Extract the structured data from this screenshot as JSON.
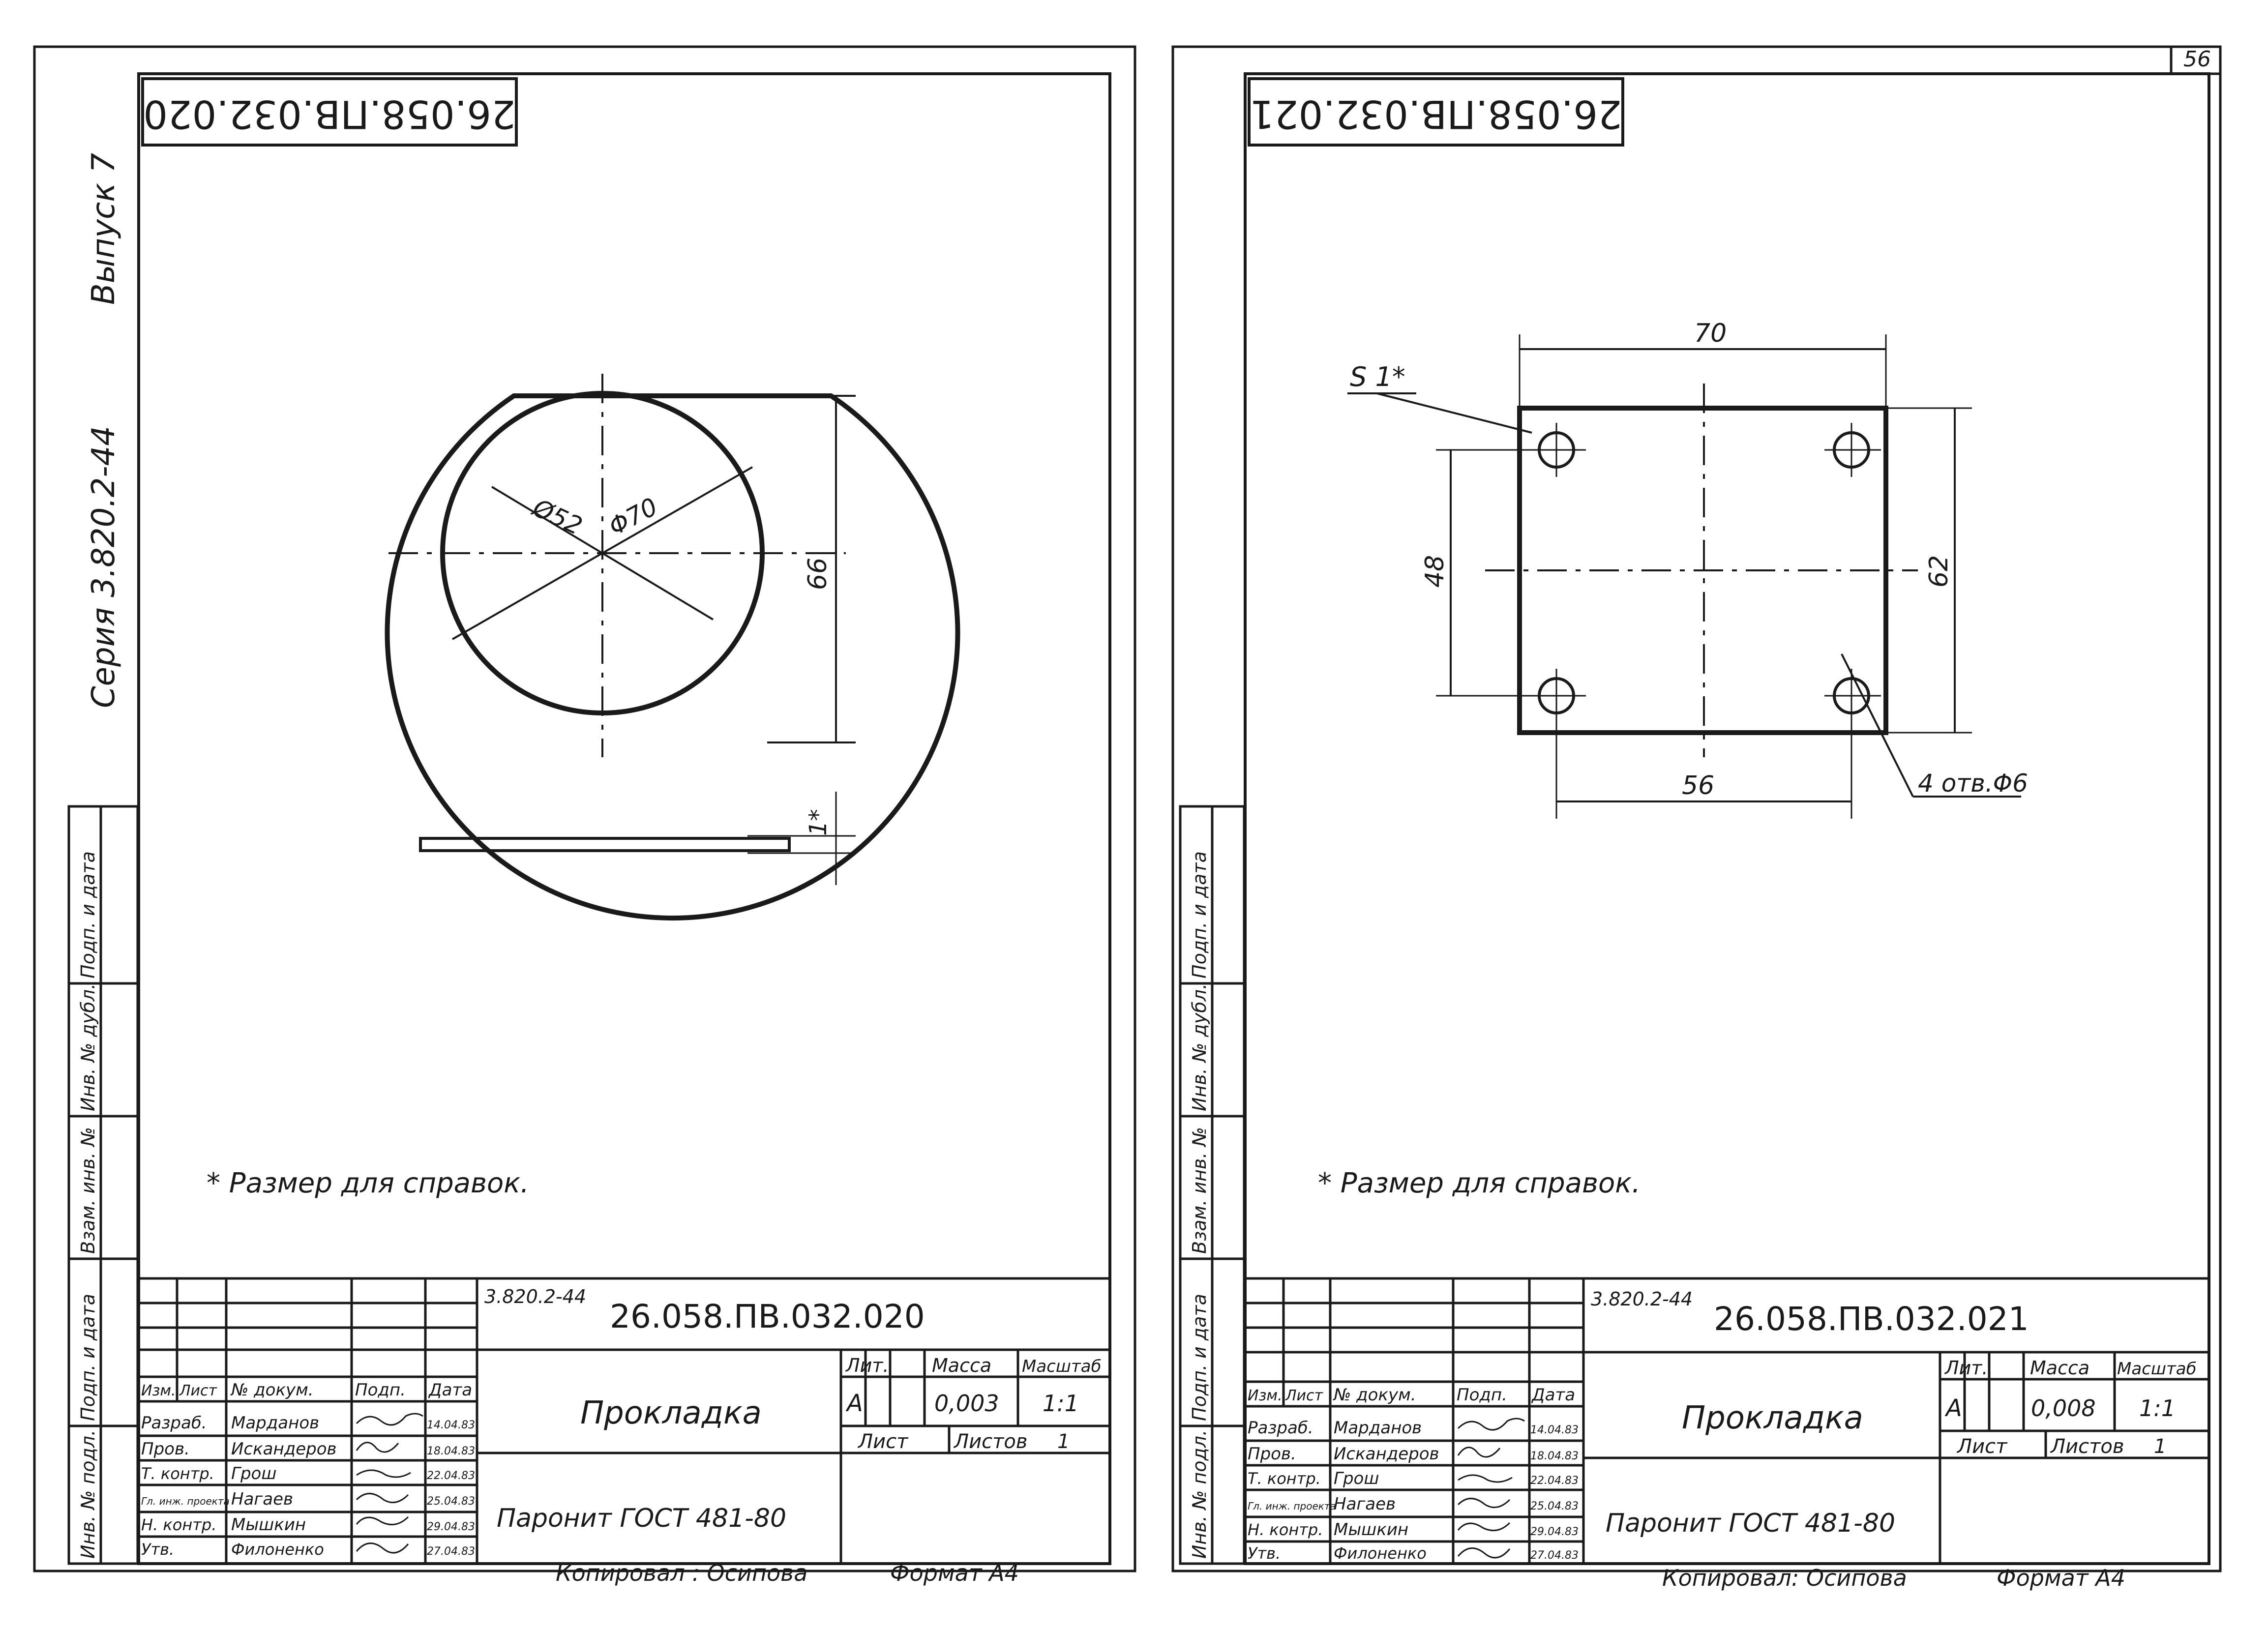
{
  "page_number": "56",
  "side_margin": {
    "vypusk": "Выпуск 7",
    "seria": "Серия  3.820.2-44",
    "fields": [
      "Инв. № подл.",
      "Подп. и дата",
      "Взам. инв. №",
      "Инв. № дубл.",
      "Подп. и дата"
    ]
  },
  "table_headers": {
    "izm": "Изм.",
    "list": "Лист",
    "doc": "№ докум.",
    "podp": "Подп.",
    "data": "Дата",
    "lit": "Лит.",
    "massa": "Масса",
    "masshtab": "Масштаб",
    "list_sheet": "Лист",
    "listov": "Листов"
  },
  "drawings": [
    {
      "code_box": "26.058.ПВ.032.020",
      "series_small": "3.820.2-44",
      "doc_number": "26.058.ПВ.032.020",
      "title": "Прокладка",
      "material": "Паронит  ГОСТ 481-80",
      "lit": "А",
      "mass": "0,003",
      "scale": "1:1",
      "sheets": "1",
      "note": "*  Размер  для  справок.",
      "copied": "Копировал :   Осипова",
      "format": "Формат  А4",
      "people": [
        {
          "role": "Разраб.",
          "name": "Марданов",
          "date": "14.04.83"
        },
        {
          "role": "Пров.",
          "name": "Искандеров",
          "date": "18.04.83"
        },
        {
          "role": "Т. контр.",
          "name": "Грош",
          "date": "22.04.83"
        },
        {
          "role": "Гл. инж. проекта",
          "name": "Нагаев",
          "date": "25.04.83"
        },
        {
          "role": "Н. контр.",
          "name": "Мышкин",
          "date": "29.04.83"
        },
        {
          "role": "Утв.",
          "name": "Филоненко",
          "date": "27.04.83"
        }
      ],
      "dims": {
        "d_inner": "Ø52",
        "d_outer": "Φ70",
        "height": "66",
        "thickness": "1*"
      }
    },
    {
      "code_box": "26.058.ПВ.032.021",
      "series_small": "3.820.2-44",
      "doc_number": "26.058.ПВ.032.021",
      "title": "Прокладка",
      "material": "Паронит  ГОСТ 481-80",
      "lit": "А",
      "mass": "0,008",
      "scale": "1:1",
      "sheets": "1",
      "note": "*  Размер  для  справок.",
      "copied": "Копировал:   Осипова",
      "format": "Формат  А4",
      "people": [
        {
          "role": "Разраб.",
          "name": "Марданов",
          "date": "14.04.83"
        },
        {
          "role": "Пров.",
          "name": "Искандеров",
          "date": "18.04.83"
        },
        {
          "role": "Т. контр.",
          "name": "Грош",
          "date": "22.04.83"
        },
        {
          "role": "Гл. инж. проекта",
          "name": "Нагаев",
          "date": "25.04.83"
        },
        {
          "role": "Н. контр.",
          "name": "Мышкин",
          "date": "29.04.83"
        },
        {
          "role": "Утв.",
          "name": "Филоненко",
          "date": "27.04.83"
        }
      ],
      "dims": {
        "width": "70",
        "height": "62",
        "hole_y": "48",
        "hole_x": "56",
        "thickness": "S 1*",
        "holes": "4 отв.Φ6"
      }
    }
  ]
}
